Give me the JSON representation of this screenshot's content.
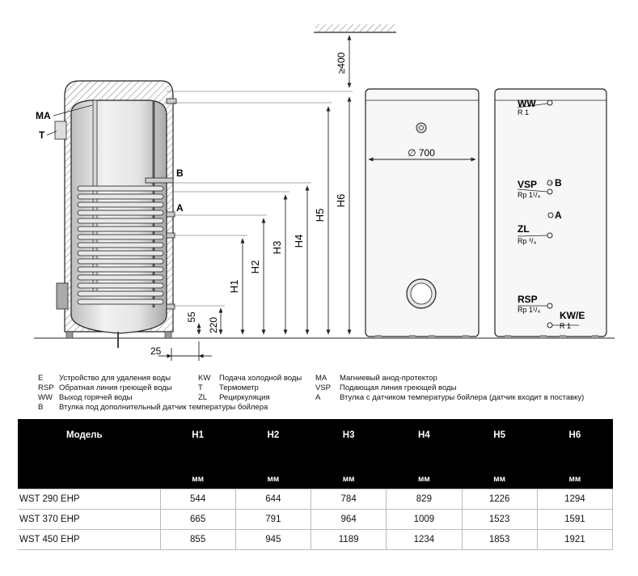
{
  "diagram": {
    "side_labels": {
      "ma": "MA",
      "t": "T",
      "b": "B",
      "a": "A"
    },
    "dimensions": {
      "ceiling_gap": "≥400",
      "d55": "55",
      "d220": "220",
      "d25": "25",
      "h1": "H1",
      "h2": "H2",
      "h3": "H3",
      "h4": "H4",
      "h5": "H5",
      "h6": "H6",
      "diameter": "∅ 700"
    },
    "rear_labels": {
      "ww": "WW",
      "ww_thread": "R 1",
      "vsp": "VSP",
      "vsp_thread": "Rp 1¹/₄",
      "b": "B",
      "a": "A",
      "zl": "ZL",
      "zl_thread": "Rp ³/₄",
      "rsp": "RSP",
      "rsp_thread": "Rp 1¹/₄",
      "kwe": "KW/E",
      "kwe_thread": "R 1"
    }
  },
  "legend": [
    [
      {
        "code": "E",
        "text": "Устройство для удаления воды"
      },
      {
        "code": "KW",
        "text": "Подача холодной воды"
      },
      {
        "code": "MA",
        "text": "Магниевый анод-протектор"
      }
    ],
    [
      {
        "code": "RSP",
        "text": "Обратная линия греющей воды"
      },
      {
        "code": "T",
        "text": "Термометр"
      },
      {
        "code": "VSP",
        "text": "Подающая линия греющей воды"
      }
    ],
    [
      {
        "code": "WW",
        "text": "Выход горячей воды"
      },
      {
        "code": "ZL",
        "text": "Рециркуляция"
      },
      {
        "code": "A",
        "text": "Втулка с датчиком температуры бойлера (датчик входит в поставку)"
      }
    ],
    [
      {
        "code": "B",
        "text": "Втулка под дополнительный датчик температуры бойлера"
      }
    ]
  ],
  "table": {
    "model_header": "Модель",
    "columns": [
      "H1",
      "H2",
      "H3",
      "H4",
      "H5",
      "H6"
    ],
    "unit": "мм",
    "rows": [
      {
        "model": "WST 290 EHP",
        "values": [
          "544",
          "644",
          "784",
          "829",
          "1226",
          "1294"
        ]
      },
      {
        "model": "WST 370 EHP",
        "values": [
          "665",
          "791",
          "964",
          "1009",
          "1523",
          "1591"
        ]
      },
      {
        "model": "WST 450 EHP",
        "values": [
          "855",
          "945",
          "1189",
          "1234",
          "1853",
          "1921"
        ]
      }
    ]
  },
  "colors": {
    "line": "#222222",
    "tank_fill": "#f2f2f2",
    "insulation": "#dcdcdc",
    "header_bg": "#000000"
  }
}
